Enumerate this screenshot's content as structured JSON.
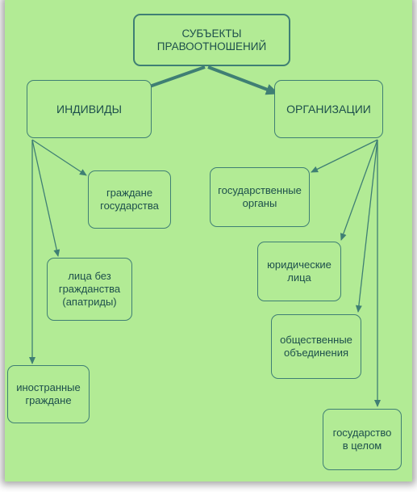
{
  "root": "СУБЪЕКТЫ\nПРАВООТНОШЕНИЙ",
  "individuals": {
    "label": "ИНДИВИДЫ",
    "items": [
      "граждане\nгосударства",
      "лица  без\nгражданства\n(апатриды)",
      "иностранные\nграждане"
    ]
  },
  "organizations": {
    "label": "ОРГАНИЗАЦИИ",
    "items": [
      "государственные\nорганы",
      "юридические\nлица",
      "общественные\nобъединения",
      "государство\nв  целом"
    ]
  },
  "colors": {
    "background": "#b2eb95",
    "border": "#3f7f74",
    "text": "#1d4f4c",
    "arrow": "#3f7f74"
  }
}
